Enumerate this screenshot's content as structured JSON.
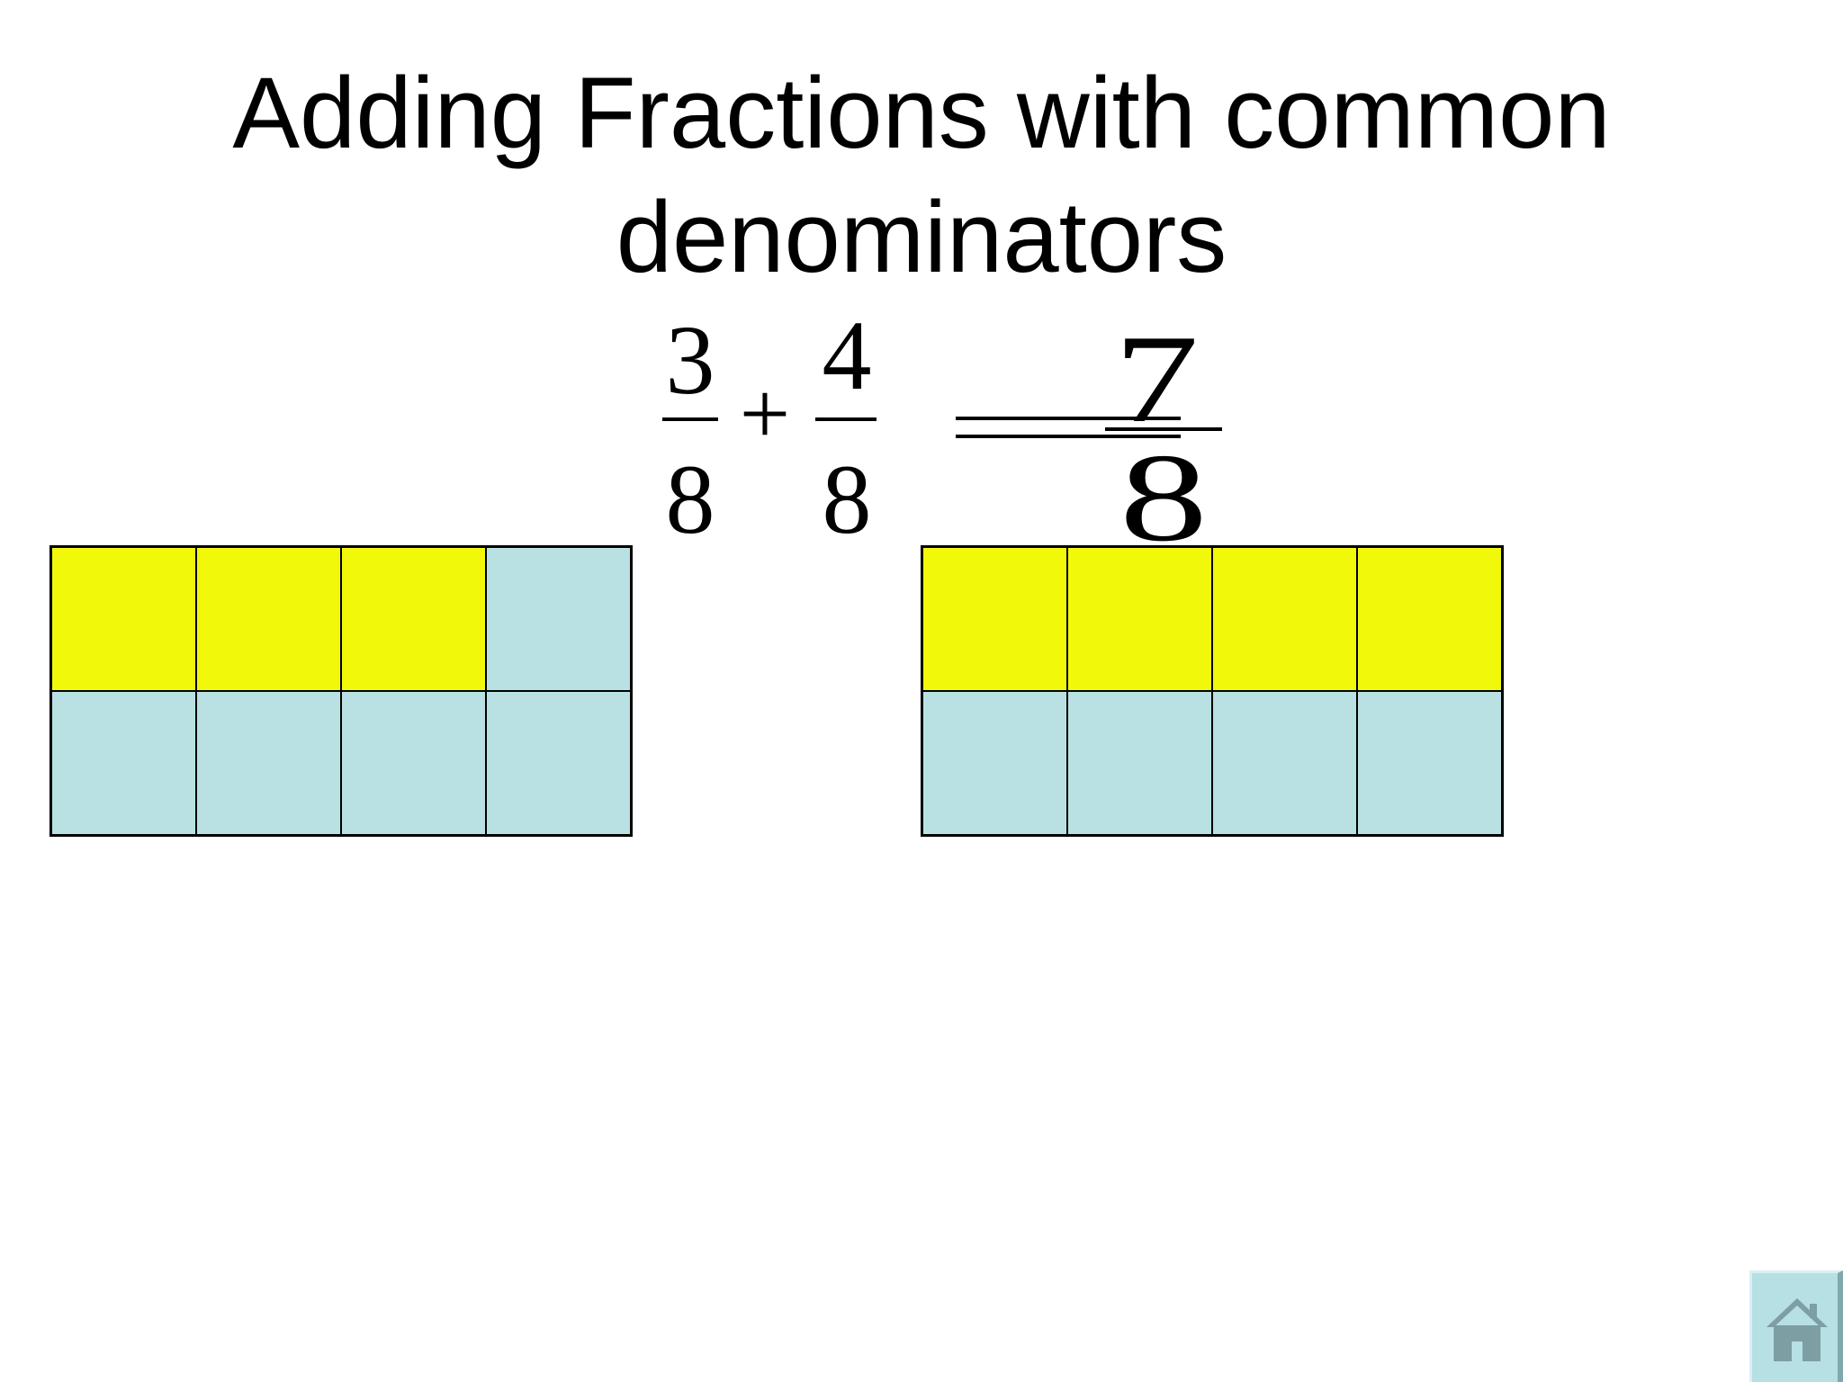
{
  "slide": {
    "title_line_1": "Adding Fractions with common",
    "title_line_2": "denominators",
    "equation": {
      "left": {
        "numerator": "3",
        "denominator": "8"
      },
      "operator": "+",
      "right": {
        "numerator": "4",
        "denominator": "8"
      },
      "result": {
        "numerator": "7",
        "denominator": "8"
      }
    },
    "models": [
      {
        "name": "three-eighths",
        "rows": 2,
        "cols": 4,
        "shaded": 3
      },
      {
        "name": "four-eighths",
        "rows": 2,
        "cols": 4,
        "shaded": 4
      }
    ]
  },
  "colors": {
    "shaded": "#f2f80a",
    "unshaded": "#b9e1e4",
    "home_button": "#b7e0e4"
  },
  "navigation": {
    "home_icon": "house-icon"
  }
}
